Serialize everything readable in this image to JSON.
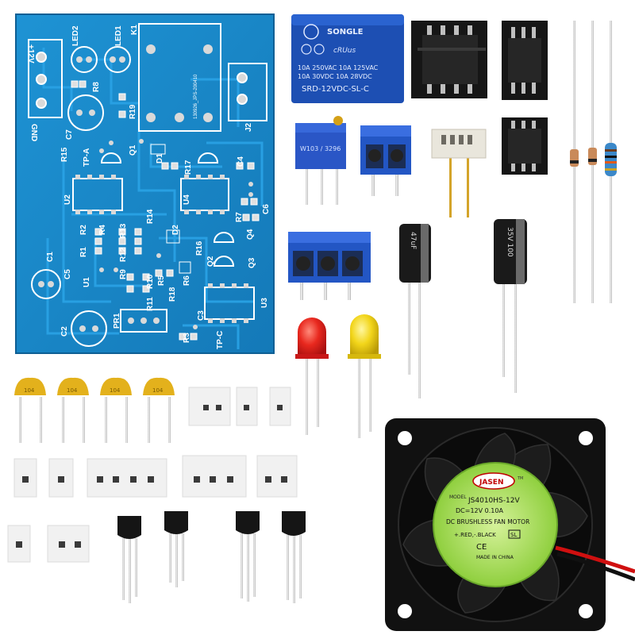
{
  "pcb": {
    "labels": {
      "v12": "+12V",
      "gnd": "GND",
      "led2": "LED2",
      "led1": "LED1",
      "k1": "K1",
      "r8": "R8",
      "r19": "R19",
      "j2": "J2",
      "c7": "C7",
      "r15": "R15",
      "tpa": "TP-A",
      "q1": "Q1",
      "d1": "D1",
      "r17": "R17",
      "c4": "C4",
      "u2": "U2",
      "u4": "U4",
      "c6": "C6",
      "r14": "R14",
      "r7": "R7",
      "q4": "Q4",
      "d2": "D2",
      "r1": "R1",
      "r2": "R2",
      "r4": "R4",
      "r13": "R13",
      "r12": "R12",
      "r9": "R9",
      "r16": "R16",
      "q2": "Q2",
      "q3": "Q3",
      "c1": "C1",
      "c5": "C5",
      "u1": "U1",
      "r10": "R10",
      "r11": "R11",
      "r5": "R5",
      "r18": "R18",
      "r6": "R6",
      "u3": "U3",
      "c2": "C2",
      "pr1": "PR1",
      "c3": "C3",
      "r3": "R3",
      "tpc": "TP-C",
      "serial": "130926_JPS-200410"
    }
  },
  "relay": {
    "brand": "SONGLE",
    "line1": "10A 250VAC 10A 125VAC",
    "line2": "10A  30VDC 10A  28VDC",
    "model": "SRD-12VDC-SL-C"
  },
  "potentiometer": {
    "text": "W103 / 3296"
  },
  "capacitor_small": {
    "text": "47uF"
  },
  "capacitor_large": {
    "text": "35V 100"
  },
  "ceramic_capacitors": {
    "text": "104"
  },
  "fan": {
    "brand": "JASEN",
    "model_label": "MODEL",
    "model": "JS4010HS-12V",
    "spec": "DC=12V        0.10A",
    "type": "DC BRUSHLESS FAN MOTOR",
    "wires": "+.RED,-.BLACK",
    "sl": "SL",
    "ce": "CE",
    "origin": "MADE IN CHINA",
    "tm": "TM"
  },
  "colors": {
    "pcb": "#1a88c9",
    "relay": "#1d4fb3",
    "terminal": "#2356c4",
    "led_red": "#e02020",
    "led_yellow": "#f2d51a",
    "fan_label": "#b4e06a"
  }
}
